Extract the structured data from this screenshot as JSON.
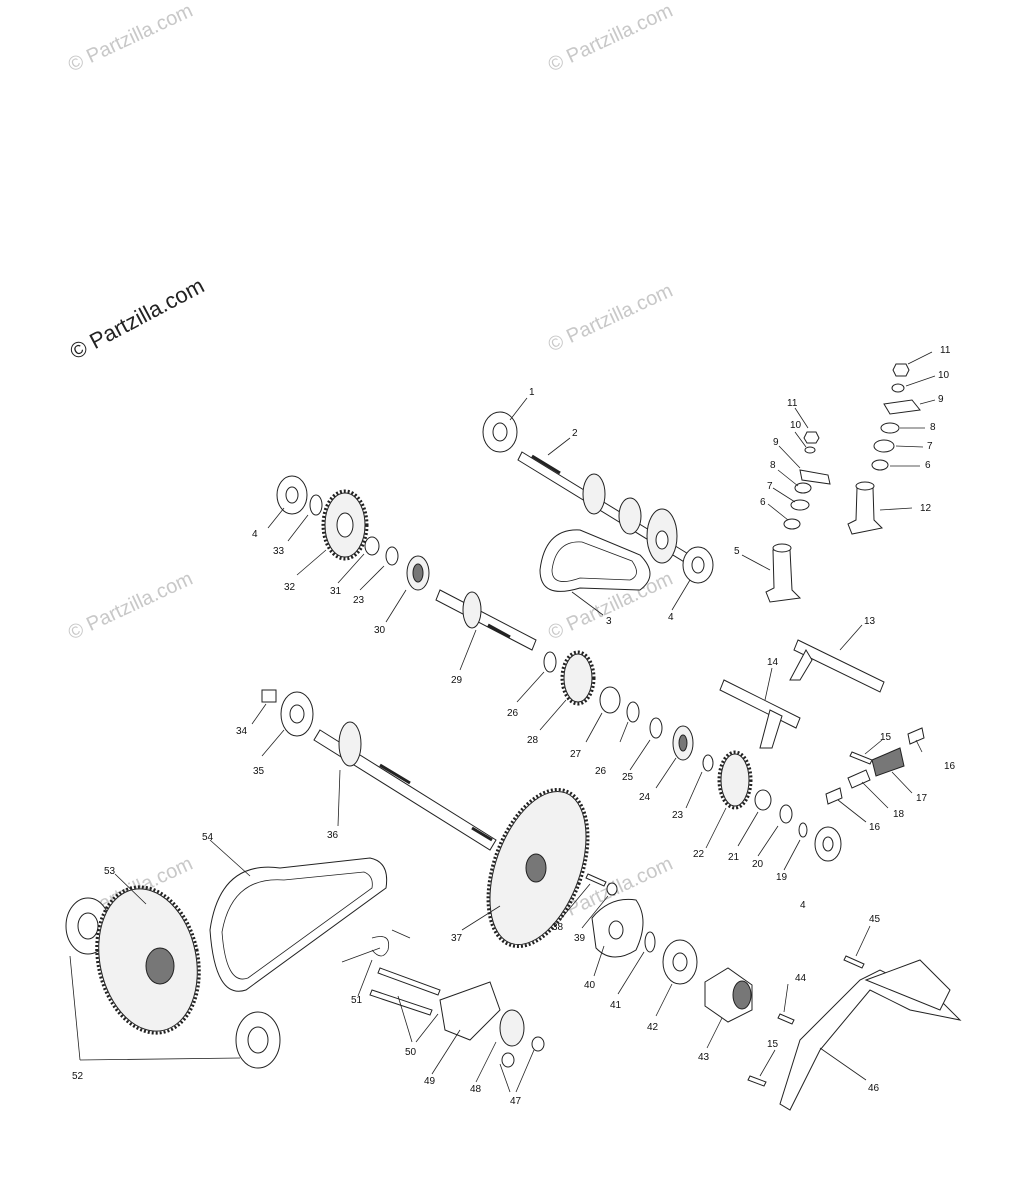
{
  "watermark": {
    "main": "© Partzilla.com",
    "faint": "© Partzilla.com"
  },
  "callouts": [
    "1",
    "2",
    "3",
    "4",
    "4",
    "4",
    "5",
    "6",
    "6",
    "7",
    "7",
    "8",
    "8",
    "9",
    "9",
    "10",
    "10",
    "11",
    "11",
    "12",
    "13",
    "14",
    "15",
    "15",
    "16",
    "16",
    "17",
    "18",
    "19",
    "20",
    "21",
    "22",
    "23",
    "23",
    "24",
    "25",
    "26",
    "26",
    "27",
    "28",
    "29",
    "30",
    "31",
    "32",
    "33",
    "34",
    "35",
    "36",
    "37",
    "38",
    "39",
    "40",
    "41",
    "42",
    "43",
    "44",
    "45",
    "46",
    "47",
    "48",
    "49",
    "50",
    "51",
    "52",
    "53",
    "54"
  ]
}
